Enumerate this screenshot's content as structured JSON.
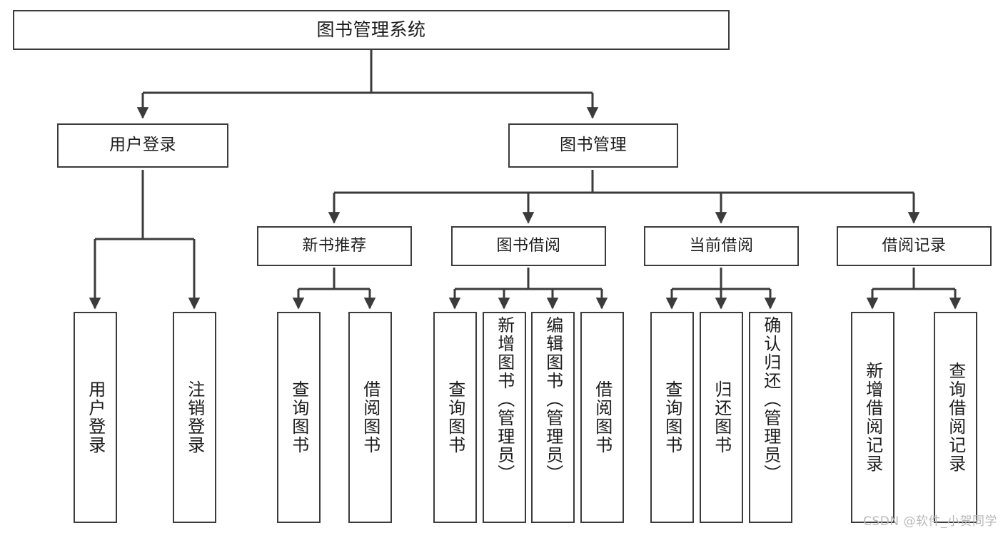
{
  "diagram": {
    "title": "图书管理系统",
    "type": "tree",
    "orientation": "top-down",
    "colors": {
      "background": "#ffffff",
      "box_stroke": "#3b3b3b",
      "box_fill": "#ffffff",
      "edge_stroke": "#3b3b3b",
      "text": "#1c1c1c",
      "watermark": "#b9b9b9"
    },
    "watermark": "CSDN @软件_小贺同学"
  },
  "nodes": {
    "root": {
      "label": "图书管理系统"
    },
    "level1": [
      {
        "id": "user-login",
        "label": "用户登录"
      },
      {
        "id": "book-manage",
        "label": "图书管理"
      }
    ],
    "level2": [
      {
        "id": "new-book-recommend",
        "label": "新书推荐"
      },
      {
        "id": "book-borrow",
        "label": "图书借阅"
      },
      {
        "id": "current-borrow",
        "label": "当前借阅"
      },
      {
        "id": "borrow-record",
        "label": "借阅记录"
      }
    ],
    "leaves": {
      "user-login": [
        {
          "id": "leaf-user-login",
          "label": "用户登录"
        },
        {
          "id": "leaf-user-logout",
          "label": "注销登录"
        }
      ],
      "new-book-recommend": [
        {
          "id": "leaf-query-book-1",
          "label": "查询图书"
        },
        {
          "id": "leaf-borrow-book-1",
          "label": "借阅图书"
        }
      ],
      "book-borrow": [
        {
          "id": "leaf-query-book-2",
          "label": "查询图书"
        },
        {
          "id": "leaf-add-book",
          "label": "新增图书（管理员）"
        },
        {
          "id": "leaf-edit-book",
          "label": "编辑图书（管理员）"
        },
        {
          "id": "leaf-borrow-book-2",
          "label": "借阅图书"
        }
      ],
      "current-borrow": [
        {
          "id": "leaf-query-book-3",
          "label": "查询图书"
        },
        {
          "id": "leaf-return-book",
          "label": "归还图书"
        },
        {
          "id": "leaf-confirm-return",
          "label": "确认归还（管理员）"
        }
      ],
      "borrow-record": [
        {
          "id": "leaf-add-record",
          "label": "新增借阅记录"
        },
        {
          "id": "leaf-query-record",
          "label": "查询借阅记录"
        }
      ]
    }
  }
}
